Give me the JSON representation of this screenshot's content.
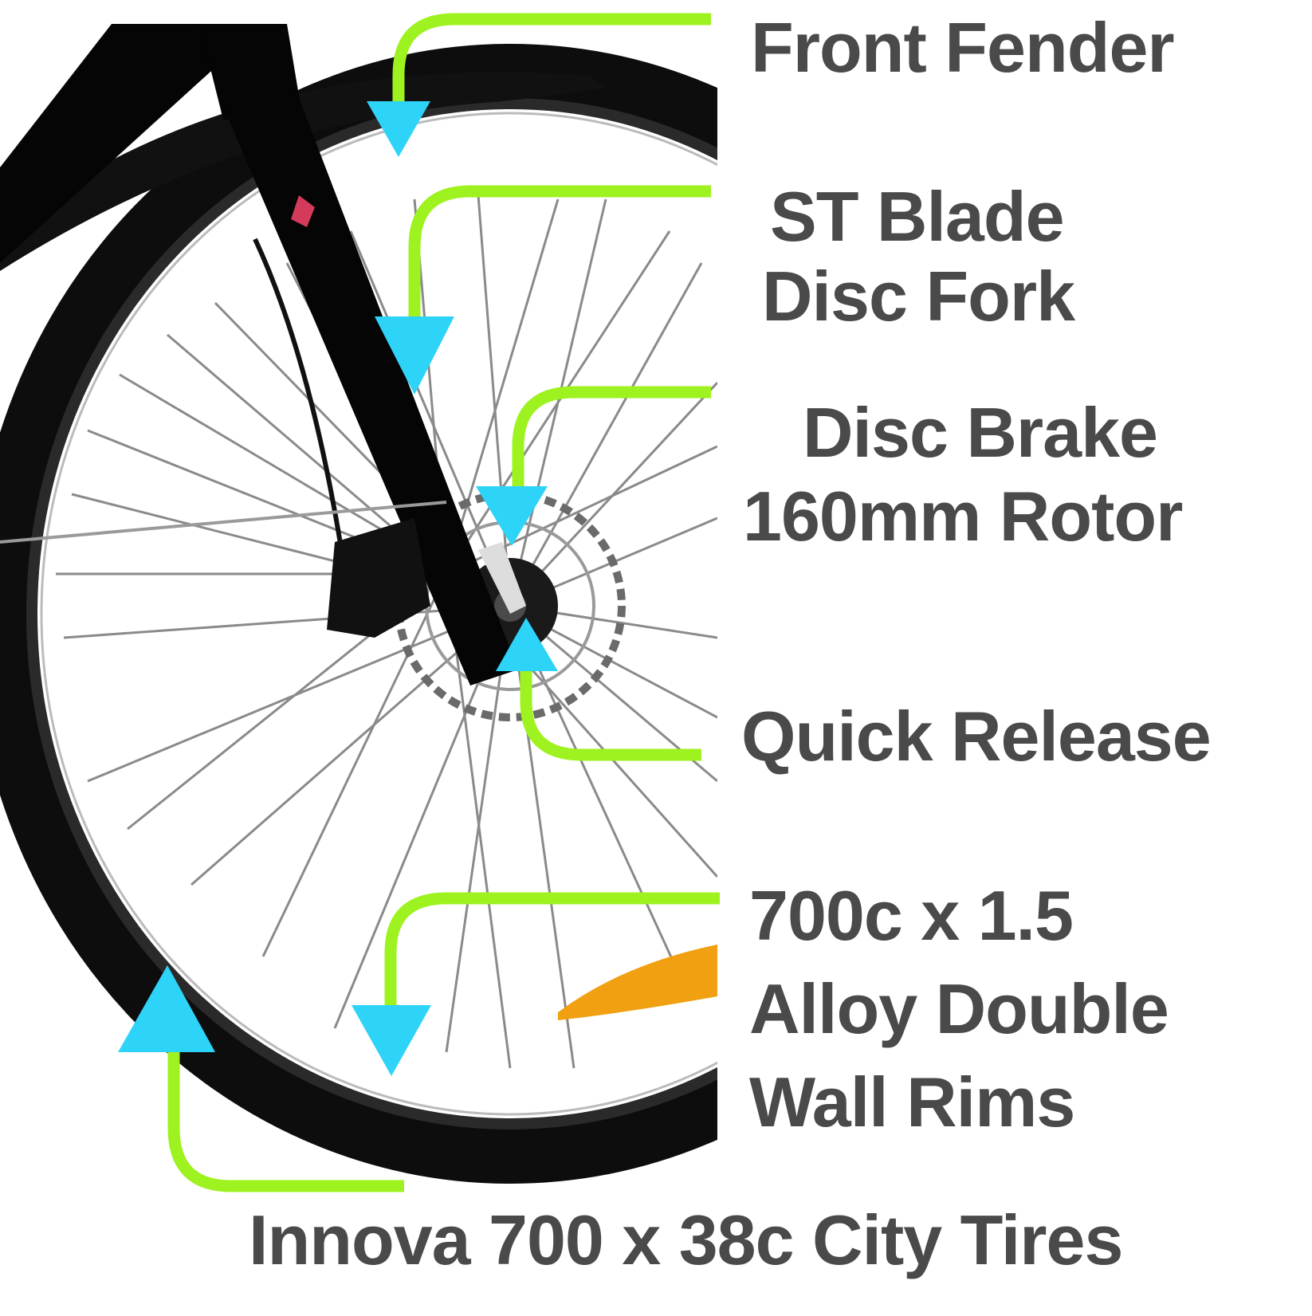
{
  "colors": {
    "leader_line": "#9ef21f",
    "arrow": "#2ed3f8",
    "label_text": "#4a4a4a",
    "tire": "#0d0d0d",
    "spoke": "#8a8a8a",
    "reflector": "#f0a010",
    "background": "#ffffff"
  },
  "labels": {
    "front_fender": {
      "lines": [
        "Front Fender"
      ]
    },
    "fork": {
      "lines": [
        "ST Blade",
        "Disc Fork"
      ]
    },
    "disc_brake": {
      "lines": [
        "Disc Brake",
        "160mm Rotor"
      ]
    },
    "quick_release": {
      "lines": [
        "Quick Release"
      ]
    },
    "rims": {
      "lines": [
        "700c x 1.5",
        "Alloy Double",
        "Wall Rims"
      ]
    },
    "tires": {
      "lines": [
        "Innova 700 x 38c City Tires"
      ]
    }
  },
  "icons": {
    "arrow_down": "triangle-down",
    "arrow_up": "triangle-up"
  }
}
